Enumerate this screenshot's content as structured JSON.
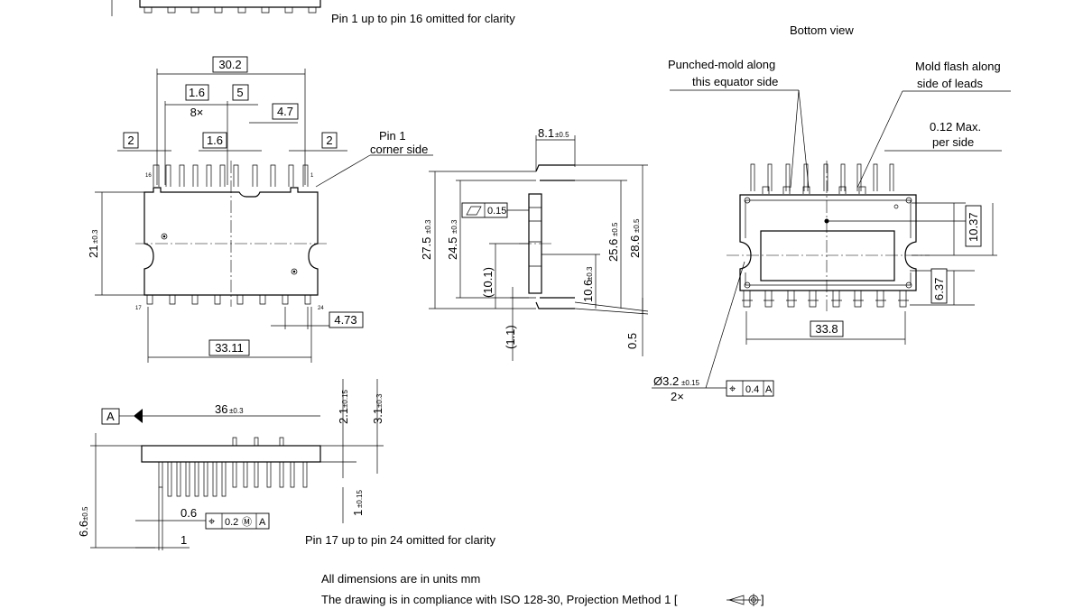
{
  "notes": {
    "top_omitted": "Pin 1 up to pin 16 omitted for clarity",
    "bottom_omitted": "Pin 17 up to pin 24 omitted for clarity",
    "units": "All dimensions are in units mm",
    "compliance": "The drawing is in compliance with ISO 128-30, Projection Method 1 ["
  },
  "bottom_view": {
    "title": "Bottom view",
    "punched_1": "Punched-mold along",
    "punched_2": "this equator side",
    "flash_1": "Mold flash along",
    "flash_2": "side of leads",
    "max_1": "0.12 Max.",
    "max_2": "per side",
    "w_33_8": "33.8",
    "h_10_37": "10.37",
    "h_6_37": "6.37",
    "hole_dia": "Ø3.2",
    "hole_tol": "±0.15",
    "hole_count": "2×",
    "tol_frame": [
      "⌖",
      "0.4",
      "A"
    ]
  },
  "front_view": {
    "pin1_1": "Pin 1",
    "pin1_2": "corner side",
    "w_30_2": "30.2",
    "p_1_6a": "1.6",
    "p_5": "5",
    "p_8x": "8×",
    "p_4_7": "4.7",
    "p_2a": "2",
    "p_1_6b": "1.6",
    "p_2b": "2",
    "h_21": "21",
    "h_21_tol": "±0.3",
    "p_4_73": "4.73",
    "w_33_11": "33.11",
    "pin16": "16",
    "pin1": "1",
    "pin17": "17",
    "pin24": "24"
  },
  "side_view": {
    "w_8_1": "8.1",
    "w_8_1_tol": "±0.5",
    "flat_value": "0.15",
    "h_27_5": "27.5",
    "h_27_5_tol": "±0.3",
    "h_24_5": "24.5",
    "h_24_5_tol": "±0.3",
    "h_10_1": "(10.1)",
    "h_1_1": "(1.1)",
    "h_10_6": "10.6",
    "h_10_6_tol": "±0.3",
    "h_25_6": "25.6",
    "h_25_6_tol": "±0.5",
    "h_28_6": "28.6",
    "h_28_6_tol": "±0.5",
    "h_0_5": "0.5"
  },
  "lower_view": {
    "datum": "A",
    "w_36": "36",
    "w_36_tol": "±0.3",
    "h_2_1": "2.1",
    "h_2_1_tol": "±0.15",
    "h_3_1": "3.1",
    "h_3_1_tol": "±0.3",
    "h_1": "1",
    "h_1_tol": "±0.15",
    "h_6_6": "6.6",
    "h_6_6_tol": "±0.5",
    "w_0_6": "0.6",
    "w_1": "1",
    "tol_frame": [
      "⌖",
      "0.2",
      "Ⓜ",
      "A"
    ]
  }
}
